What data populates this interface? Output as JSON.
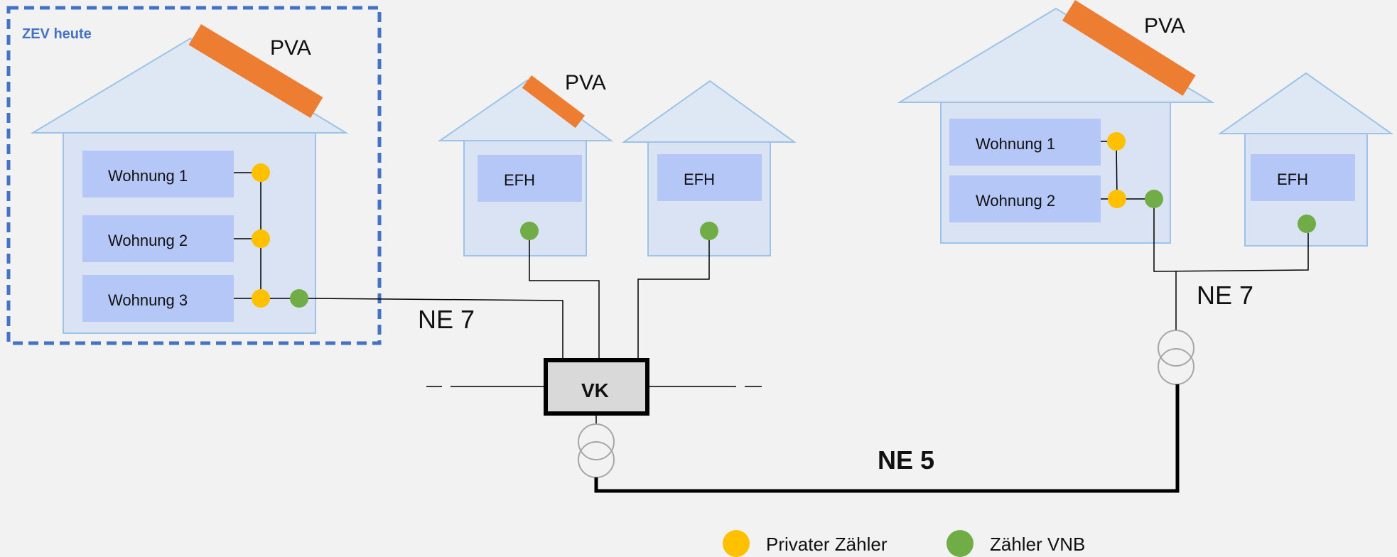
{
  "zev_box": {
    "label": "ZEV heute"
  },
  "house_left": {
    "pva_label": "PVA",
    "apartments": [
      "Wohnung 1",
      "Wohnung 2",
      "Wohnung 3"
    ]
  },
  "efh_a": {
    "pva_label": "PVA",
    "label": "EFH"
  },
  "efh_b": {
    "label": "EFH"
  },
  "house_right": {
    "pva_label": "PVA",
    "apartments": [
      "Wohnung 1",
      "Wohnung 2"
    ]
  },
  "efh_c": {
    "label": "EFH"
  },
  "network": {
    "ne7_left": "NE 7",
    "ne7_right": "NE 7",
    "ne5": "NE 5",
    "vk": "VK"
  },
  "legend": {
    "private_meter": "Privater Zähler",
    "dso_meter": "Zähler VNB"
  },
  "colors": {
    "private_meter": "#ffc000",
    "dso_meter": "#70ad47",
    "pv_panel": "#ed7d31",
    "zev_border": "#4472c4",
    "house_fill": "#dae3f3",
    "roof_fill": "#dee8f4",
    "apartment_fill": "#b4c7f7"
  }
}
